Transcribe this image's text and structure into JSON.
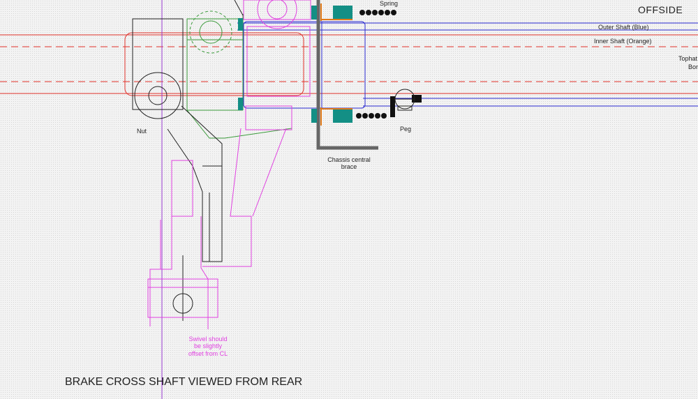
{
  "labels": {
    "offside": "OFFSIDE",
    "spring": "Spring",
    "outer_shaft": "Outer Shaft (Blue)",
    "inner_shaft": "Inner Shaft (Orange)",
    "tophat": "Tophat",
    "bore": "Bor",
    "nut": "Nut",
    "peg": "Peg",
    "chassis_line1": "Chassis central",
    "chassis_line2": "brace",
    "swivel_line1": "Swivel should",
    "swivel_line2": "be slightly",
    "swivel_line3": "offset from CL",
    "title": "BRAKE CROSS SHAFT VIEWED FROM REAR"
  },
  "colors": {
    "red": "#e0302a",
    "blue": "#2a2ad0",
    "magenta": "#e040e0",
    "green": "#3a9a3a",
    "teal": "#138f85",
    "orange": "#e07a1a",
    "chassis": "#666666",
    "ink": "#222222",
    "centerline": "#9a3ad0",
    "swivel_text": "#e040e0"
  }
}
